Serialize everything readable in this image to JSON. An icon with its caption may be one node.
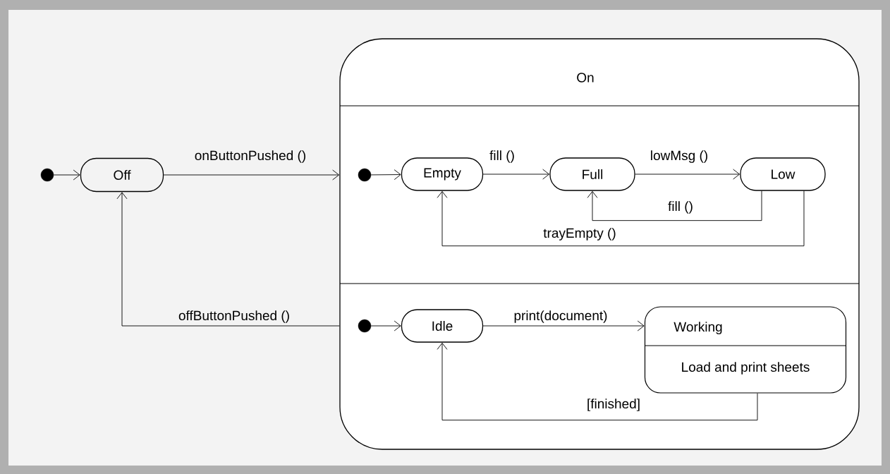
{
  "diagram": {
    "nodes": [
      {
        "text": [],
        "shape": "circle"
      },
      {
        "text": [
          "Off"
        ]
      },
      {
        "text": [
          "On"
        ]
      },
      {
        "text": [],
        "shape": "circle",
        "in": 2
      },
      {
        "text": [
          "Empty"
        ],
        "in": 2
      },
      {
        "text": [
          "Full"
        ],
        "in": 2
      },
      {
        "text": [
          "Low"
        ],
        "in": 2
      },
      {
        "text": [],
        "shape": "circle",
        "in": 2
      },
      {
        "text": [
          "Idle"
        ],
        "in": 2
      },
      {
        "text": [
          "Working",
          "Load and print sheets"
        ],
        "in": 2
      }
    ],
    "edges": [
      {
        "from": 0,
        "to": 1,
        "arrow": "to"
      },
      {
        "from": 1,
        "to": 2,
        "label": "onButtonPushed ()",
        "arrow": "to"
      },
      {
        "from": 3,
        "to": 4,
        "arrow": "to"
      },
      {
        "from": 4,
        "to": 5,
        "label": "fill ()",
        "arrow": "to"
      },
      {
        "from": 5,
        "to": 6,
        "label": "lowMsg ()",
        "arrow": "to"
      },
      {
        "from": 6,
        "to": 5,
        "label": "fill ()",
        "arrow": "to"
      },
      {
        "from": 6,
        "to": 4,
        "label": "trayEmpty ()",
        "arrow": "to"
      },
      {
        "from": 7,
        "to": 8,
        "arrow": "to"
      },
      {
        "from": 8,
        "to": 9,
        "label": "print(document)",
        "arrow": "to"
      },
      {
        "from": 9,
        "to": 8,
        "label": "[finished]",
        "arrow": "to"
      },
      {
        "from": 2,
        "to": 1,
        "label": "offButtonPushed ()",
        "arrow": "to"
      }
    ]
  }
}
